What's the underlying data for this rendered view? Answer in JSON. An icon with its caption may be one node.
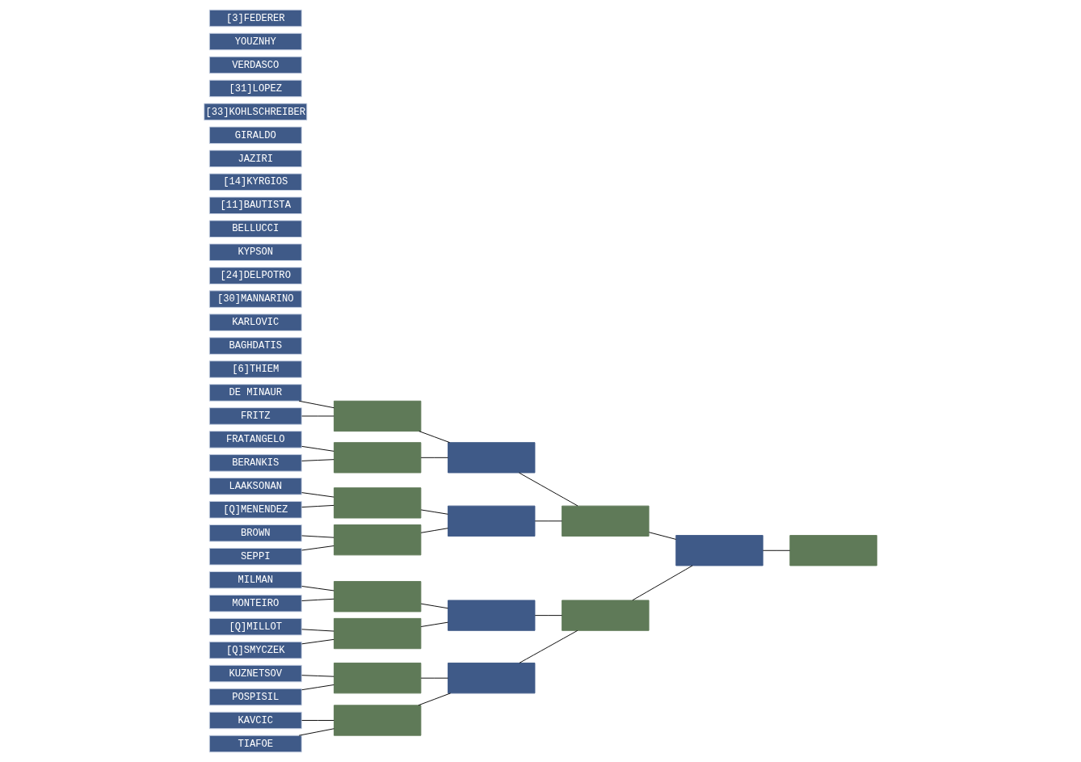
{
  "diagram": {
    "nodes": [
      {
        "text": [
          "[3]FEDERER"
        ]
      },
      {
        "text": [
          "TIAFOE"
        ]
      },
      {
        "text": [
          "KAVCIC"
        ]
      },
      {
        "text": [
          "YOUZNHY"
        ]
      },
      {
        "text": [
          "VERDASCO"
        ]
      },
      {
        "text": [
          "POSPISIL"
        ]
      },
      {
        "text": [
          "KUZNETSOV"
        ]
      },
      {
        "text": [
          "[31]LOPEZ"
        ]
      },
      {
        "text": [
          "[33]KOHLSCHREIBER"
        ]
      },
      {
        "text": [
          "[Q]SMYCZEK"
        ]
      },
      {
        "text": [
          "[Q]MILLOT"
        ]
      },
      {
        "text": [
          "GIRALDO"
        ]
      },
      {
        "text": [
          "JAZIRI"
        ]
      },
      {
        "text": [
          "MONTEIRO"
        ]
      },
      {
        "text": [
          "MILMAN"
        ]
      },
      {
        "text": [
          "[14]KYRGIOS"
        ]
      },
      {
        "text": [
          "[11]BAUTISTA"
        ]
      },
      {
        "text": [
          "SEPPI"
        ]
      },
      {
        "text": [
          "BROWN"
        ]
      },
      {
        "text": [
          "BELLUCCI"
        ]
      },
      {
        "text": [
          "KYPSON"
        ]
      },
      {
        "text": [
          "[Q]MENENDEZ"
        ]
      },
      {
        "text": [
          "LAAKSONAN"
        ]
      },
      {
        "text": [
          "[24]DELPOTRO"
        ]
      },
      {
        "text": [
          "[30]MANNARINO"
        ]
      },
      {
        "text": [
          "BERANKIS"
        ]
      },
      {
        "text": [
          "FRATANGELO"
        ]
      },
      {
        "text": [
          "KARLOVIC"
        ]
      },
      {
        "text": [
          "BAGHDATIS"
        ]
      },
      {
        "text": [
          "FRITZ"
        ]
      },
      {
        "text": [
          "DE MINAUR"
        ]
      },
      {
        "text": [
          "[6]THIEM"
        ]
      },
      {
        "text": [],
        "shape": "box"
      },
      {
        "text": [],
        "shape": "box"
      },
      {
        "text": [],
        "shape": "box"
      },
      {
        "text": [],
        "shape": "box"
      },
      {
        "text": [],
        "shape": "box"
      },
      {
        "text": [],
        "shape": "box"
      },
      {
        "text": [],
        "shape": "box"
      },
      {
        "text": [],
        "shape": "box"
      },
      {
        "text": [],
        "shape": "box"
      },
      {
        "text": [],
        "shape": "box"
      },
      {
        "text": [],
        "shape": "box"
      },
      {
        "text": [],
        "shape": "box"
      },
      {
        "text": [],
        "shape": "box"
      },
      {
        "text": [],
        "shape": "box"
      },
      {
        "text": [],
        "shape": "box"
      },
      {
        "text": [],
        "shape": "box"
      }
    ],
    "edges": [
      {
        "from": 1,
        "to": 32,
        "arrow": "none"
      },
      {
        "from": 2,
        "to": 32,
        "arrow": "none"
      },
      {
        "from": 5,
        "to": 33,
        "arrow": "none"
      },
      {
        "from": 6,
        "to": 33,
        "arrow": "none"
      },
      {
        "from": 9,
        "to": 34,
        "arrow": "none"
      },
      {
        "from": 10,
        "to": 34,
        "arrow": "none"
      },
      {
        "from": 13,
        "to": 35,
        "arrow": "none"
      },
      {
        "from": 14,
        "to": 35,
        "arrow": "none"
      },
      {
        "from": 17,
        "to": 36,
        "arrow": "none"
      },
      {
        "from": 18,
        "to": 36,
        "arrow": "none"
      },
      {
        "from": 21,
        "to": 37,
        "arrow": "none"
      },
      {
        "from": 22,
        "to": 37,
        "arrow": "none"
      },
      {
        "from": 25,
        "to": 38,
        "arrow": "none"
      },
      {
        "from": 26,
        "to": 38,
        "arrow": "none"
      },
      {
        "from": 29,
        "to": 39,
        "arrow": "none"
      },
      {
        "from": 30,
        "to": 39,
        "arrow": "none"
      },
      {
        "from": 32,
        "to": 40,
        "arrow": "none"
      },
      {
        "from": 33,
        "to": 40,
        "arrow": "none"
      },
      {
        "from": 34,
        "to": 41,
        "arrow": "none"
      },
      {
        "from": 35,
        "to": 41,
        "arrow": "none"
      },
      {
        "from": 36,
        "to": 42,
        "arrow": "none"
      },
      {
        "from": 37,
        "to": 42,
        "arrow": "none"
      },
      {
        "from": 38,
        "to": 43,
        "arrow": "none"
      },
      {
        "from": 39,
        "to": 43,
        "arrow": "none"
      },
      {
        "from": 40,
        "to": 44,
        "arrow": "none"
      },
      {
        "from": 41,
        "to": 44,
        "arrow": "none"
      },
      {
        "from": 42,
        "to": 45,
        "arrow": "none"
      },
      {
        "from": 43,
        "to": 45,
        "arrow": "none"
      },
      {
        "from": 44,
        "to": 46,
        "arrow": "none"
      },
      {
        "from": 45,
        "to": 46,
        "arrow": "none"
      },
      {
        "from": 46,
        "to": 47,
        "arrow": "none"
      }
    ]
  }
}
